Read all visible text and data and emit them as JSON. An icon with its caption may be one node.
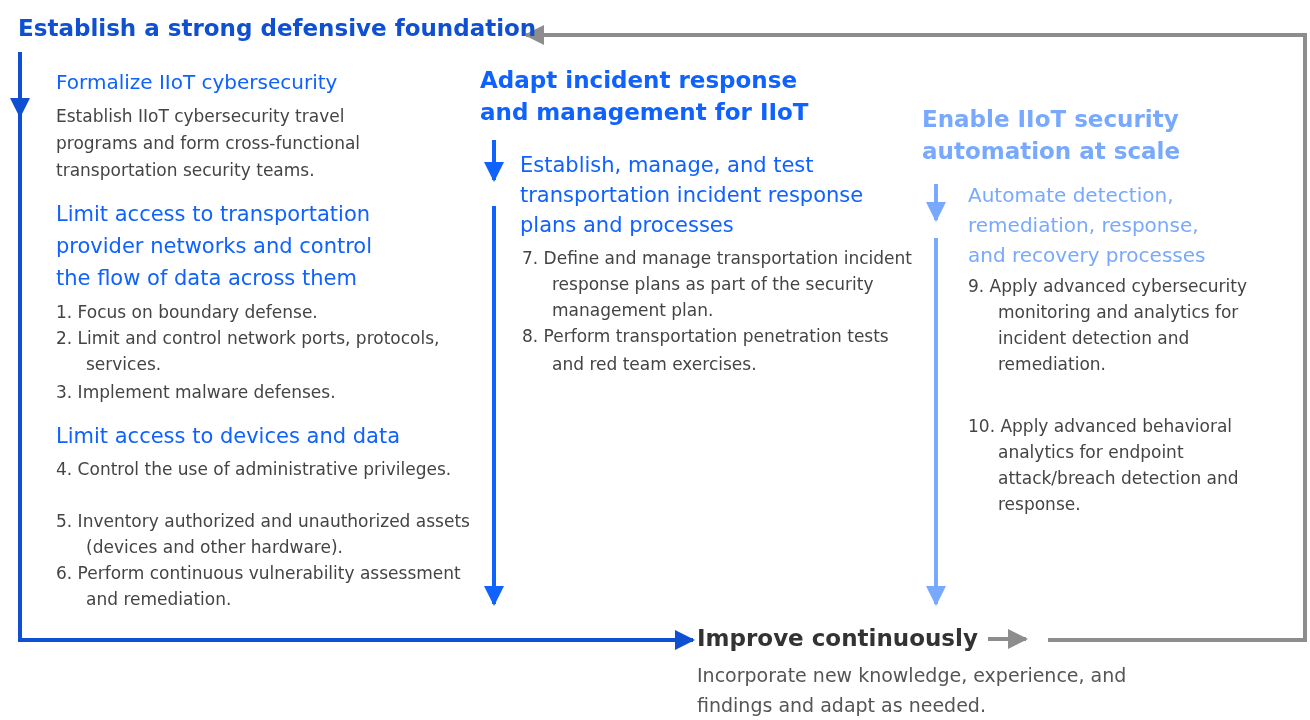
{
  "diagram": {
    "nodes": [
      {
        "text": [
          "Establish a strong defensive foundation"
        ]
      },
      {
        "text": [
          "Adapt incident response and management for IIoT"
        ]
      },
      {
        "text": [
          "Enable IIoT security automation at scale"
        ]
      },
      {
        "text": [
          "Improve continuously",
          "Incorporate new knowledge, experience, and findings and adapt as needed."
        ]
      }
    ],
    "edges": [
      {
        "from": 0,
        "to": 3,
        "arrow": "to",
        "color": "#0f4fd1"
      },
      {
        "from": 3,
        "to": 0,
        "arrow": "to",
        "color": "#8d8d8d"
      }
    ],
    "labels": [
      "Formalize IIoT cybersecurity",
      "Establish IIoT cybersecurity travel programs and form cross-functional transportation security teams.",
      "Limit access to transportation provider networks and control the flow of data across them",
      "1. Focus on boundary defense.",
      "2. Limit and control network ports, protocols, services.",
      "3. Implement malware defenses.",
      "Limit access to devices and data",
      "4. Control the use of administrative privileges.",
      "5. Inventory authorized and unauthorized assets (devices and other hardware).",
      "6. Perform continuous vulnerability assessment and remediation.",
      "Establish, manage, and test transportation incident response plans and processes",
      "7. Define and manage transportation incident response plans as part of the security management plan.",
      "8. Perform transportation penetration tests and red team exercises.",
      "Automate detection, remediation, response, and recovery processes",
      "9. Apply advanced cybersecurity monitoring and analytics for incident detection and remediation.",
      "10. Apply advanced behavioral analytics for endpoint attack/breach detection and response."
    ]
  }
}
